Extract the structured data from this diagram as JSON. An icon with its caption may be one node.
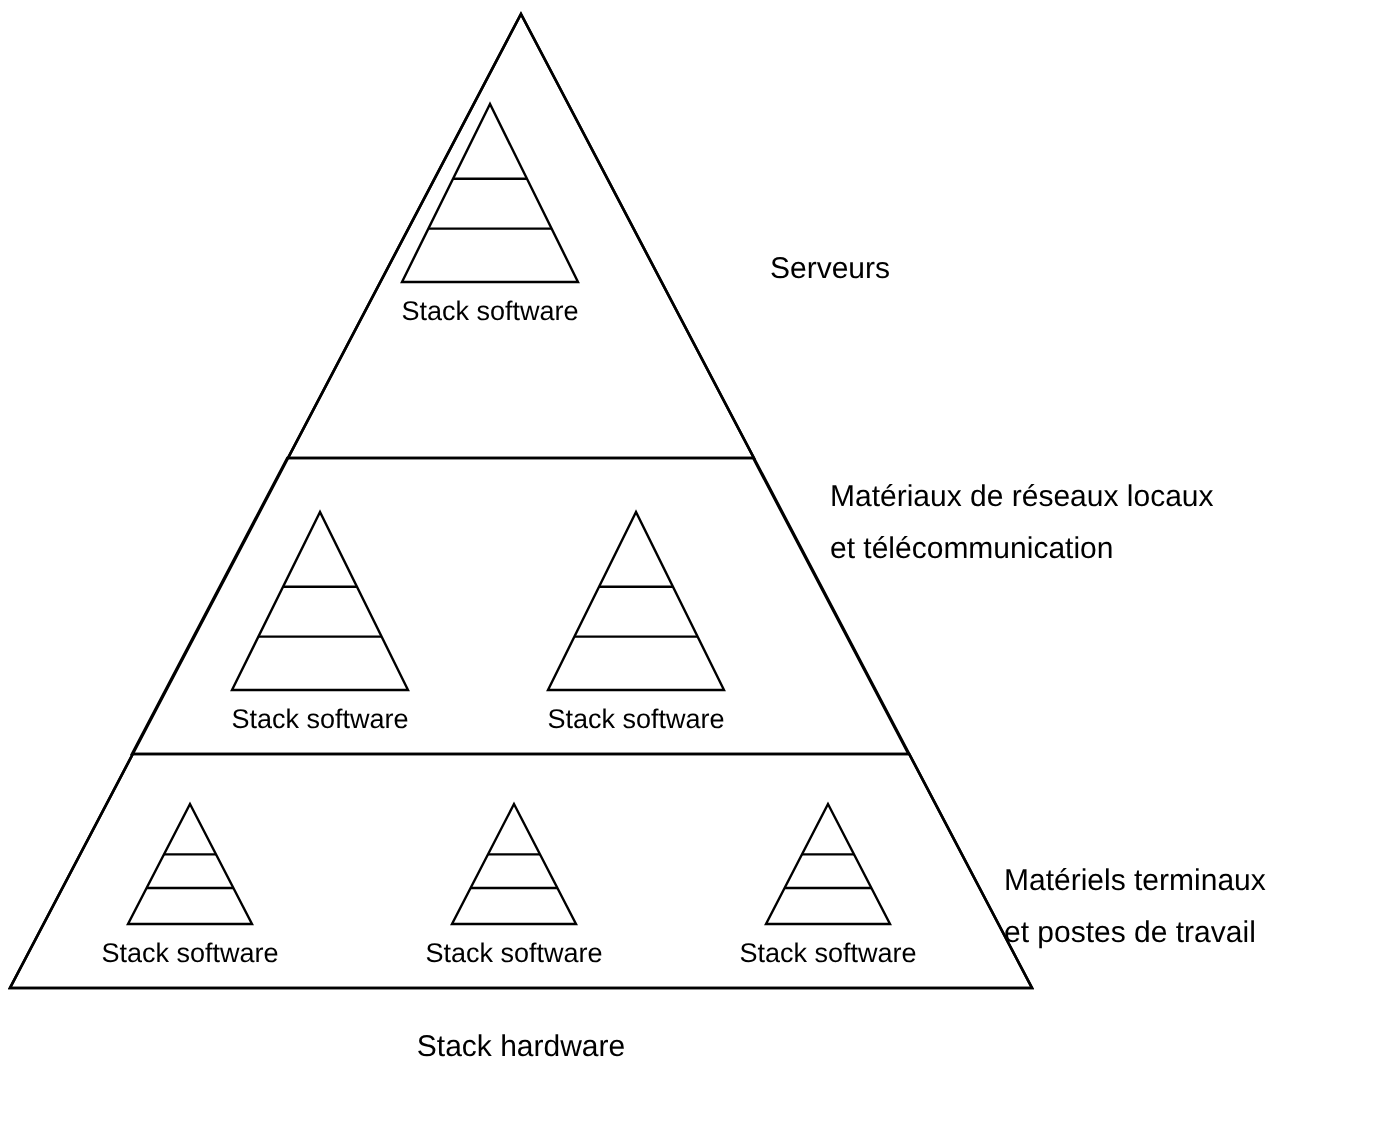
{
  "diagram": {
    "nodes": [
      {
        "text": [
          "Stack hardware"
        ]
      },
      {
        "text": [
          "Serveurs"
        ],
        "in": 0
      },
      {
        "text": [
          "Matériaux de réseaux locaux et télécommunication"
        ],
        "in": 0
      },
      {
        "text": [
          "Matériels terminaux et postes de travail"
        ],
        "in": 0
      },
      {
        "text": [
          "Stack software"
        ],
        "in": 1
      },
      {
        "text": [
          "Stack software"
        ],
        "in": 2
      },
      {
        "text": [
          "Stack software"
        ],
        "in": 2
      },
      {
        "text": [
          "Stack software"
        ],
        "in": 3
      },
      {
        "text": [
          "Stack software"
        ],
        "in": 3
      },
      {
        "text": [
          "Stack software"
        ],
        "in": 3
      }
    ]
  }
}
